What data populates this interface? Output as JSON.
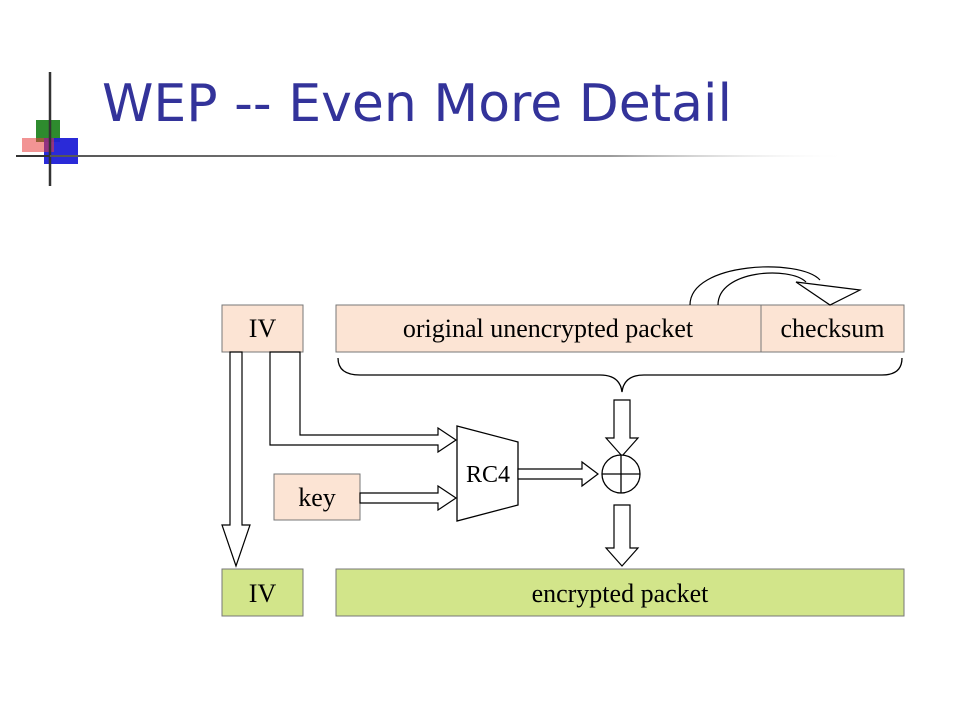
{
  "slide": {
    "title": "WEP -- Even More Detail"
  },
  "diagram": {
    "iv_top_label": "IV",
    "packet_label": "original unencrypted packet",
    "checksum_label": "checksum",
    "key_label": "key",
    "rc4_label": "RC4",
    "iv_bottom_label": "IV",
    "encrypted_label": "encrypted packet"
  },
  "colors": {
    "title": "#33339a",
    "input_box": "#fce4d4",
    "output_box": "#d2e58a",
    "logo_green": "#2e8b2e",
    "logo_blue": "#1f1fd6",
    "logo_red": "#e83c3c"
  }
}
